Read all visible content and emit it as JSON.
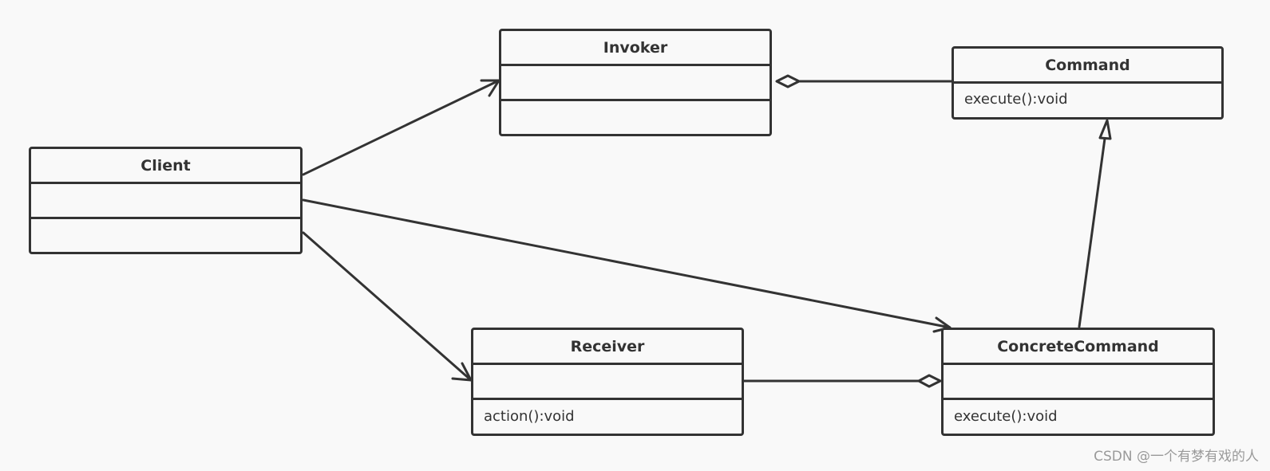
{
  "classes": {
    "invoker": {
      "name": "Invoker",
      "operation": ""
    },
    "command": {
      "name": "Command",
      "operation": "execute():void"
    },
    "client": {
      "name": "Client",
      "operation": ""
    },
    "receiver": {
      "name": "Receiver",
      "operation": "action():void"
    },
    "concrete_command": {
      "name": "ConcreteCommand",
      "operation": "execute():void"
    }
  },
  "relationships": [
    {
      "from": "client",
      "to": "invoker",
      "type": "association"
    },
    {
      "from": "client",
      "to": "concrete_command",
      "type": "association"
    },
    {
      "from": "client",
      "to": "receiver",
      "type": "association"
    },
    {
      "from": "command",
      "to": "invoker",
      "type": "aggregation"
    },
    {
      "from": "receiver",
      "to": "concrete_command",
      "type": "aggregation"
    },
    {
      "from": "concrete_command",
      "to": "command",
      "type": "generalization"
    }
  ],
  "watermark": "CSDN @一个有梦有戏的人",
  "colors": {
    "line": "#333333",
    "background": "#f9f9f9",
    "watermark": "#9a9a9a"
  }
}
